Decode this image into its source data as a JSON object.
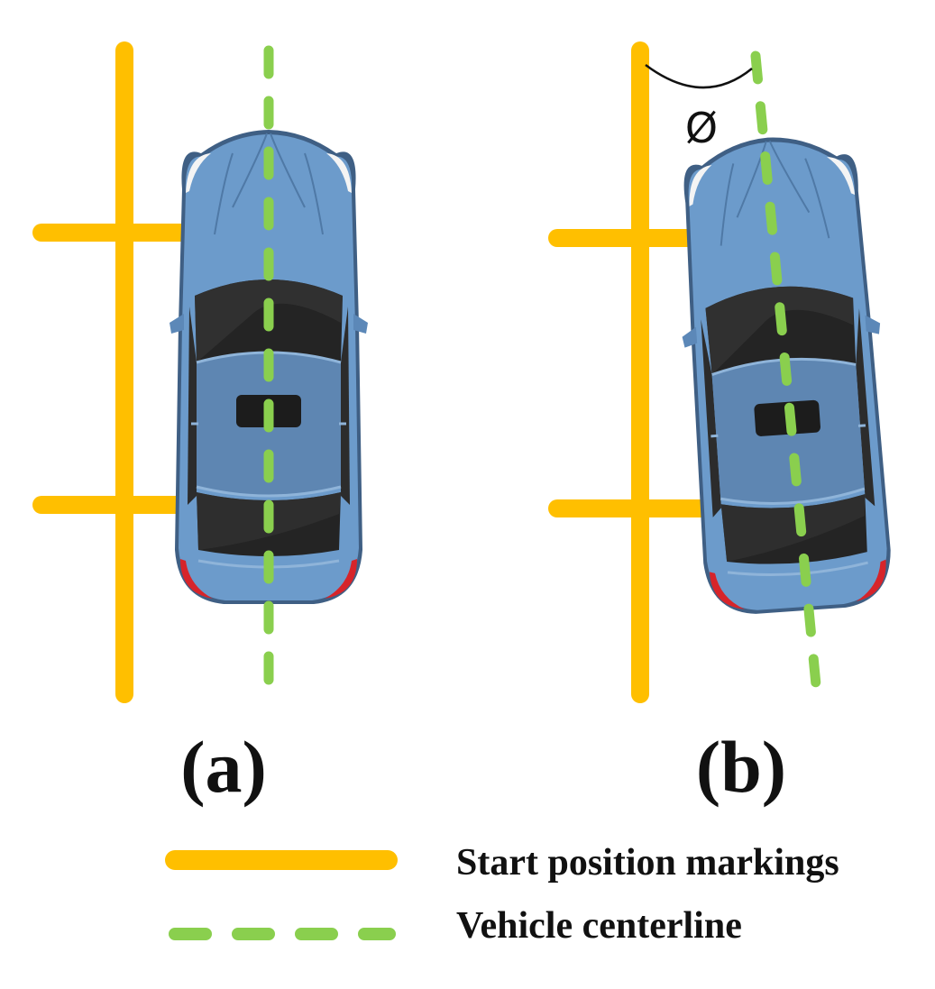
{
  "panels": [
    {
      "label": "(a)"
    },
    {
      "label": "(b)",
      "angle_symbol": "Ø"
    }
  ],
  "legend": {
    "start_markings_label": "Start position markings",
    "centerline_label": "Vehicle centerline"
  },
  "colors": {
    "start_markings": "#FFBF00",
    "centerline": "#8ACF4E",
    "car_body": "#6C9BCB",
    "car_roof": "#5E86B2",
    "glass": "#242424",
    "tail_light": "#D6242A"
  }
}
